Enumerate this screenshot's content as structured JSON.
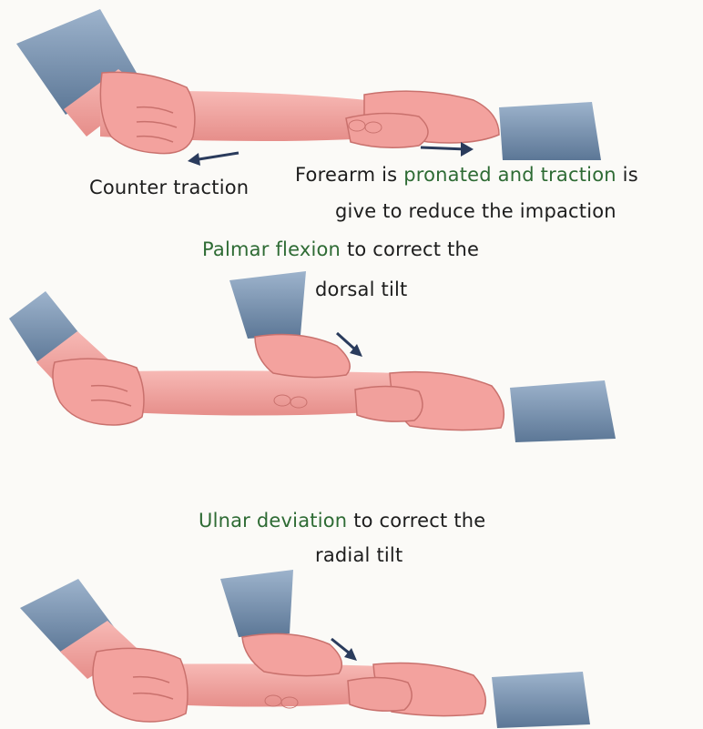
{
  "colors": {
    "skin": "#f4a6a3",
    "skin_dark": "#e48985",
    "sleeve": "#7d98b6",
    "sleeve_dark": "#5c7796",
    "highlight_text": "#2e6b34",
    "text": "#1d1d1d"
  },
  "panels": [
    {
      "caption": {
        "counter": "Counter traction",
        "line1_a": "Forearm is ",
        "line1_hl": "pronated and traction",
        "line1_b": " is",
        "line2": "give to reduce the impaction"
      }
    },
    {
      "caption": {
        "line1_hl": "Palmar flexion",
        "line1_b": " to correct the",
        "line2": "dorsal tilt"
      }
    },
    {
      "caption": {
        "line1_hl": "Ulnar deviation",
        "line1_b": " to correct the",
        "line2": "radial tilt"
      }
    }
  ]
}
